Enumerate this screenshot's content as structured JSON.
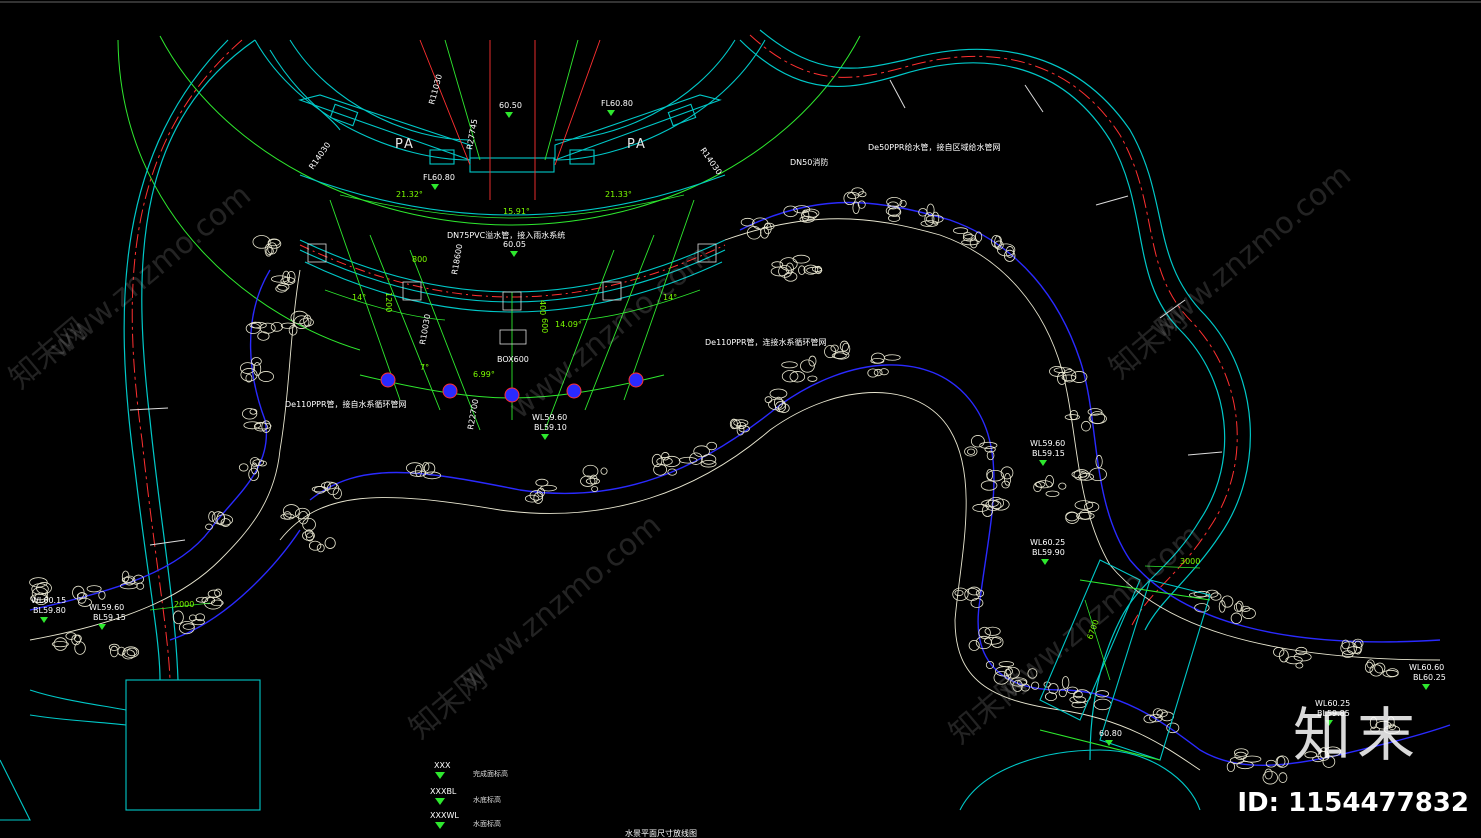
{
  "plan": {
    "rooms": [
      "PA",
      "PA"
    ],
    "levels": [
      {
        "id": "fl-top-left-pa",
        "text": "FL60.80"
      },
      {
        "id": "fl-top-center",
        "text": "60.50"
      },
      {
        "id": "fl-top-right",
        "text": "FL60.80"
      },
      {
        "id": "fl-center-plaza",
        "text": "60.05"
      },
      {
        "id": "wl-center",
        "wl": "WL59.60",
        "bl": "BL59.10"
      },
      {
        "id": "wl-right-upper",
        "wl": "WL59.60",
        "bl": "BL59.15"
      },
      {
        "id": "wl-right-mid",
        "wl": "WL60.25",
        "bl": "BL59.90"
      },
      {
        "id": "wl-left-a",
        "wl": "WL60.15",
        "bl": "BL59.80"
      },
      {
        "id": "wl-left-b",
        "wl": "WL59.60",
        "bl": "BL59.15"
      },
      {
        "id": "wl-far-right",
        "wl": "WL60.60",
        "bl": "BL60.25"
      },
      {
        "id": "wl-bottom-right",
        "wl": "WL60.25",
        "bl": "BL59.85"
      },
      {
        "id": "fl-bottom-bridge",
        "text": "60.80"
      }
    ],
    "dimensions": [
      "21.32°",
      "21.33°",
      "15.91°",
      "14°",
      "14°",
      "14.09°",
      "7°",
      "6.99°",
      "2000",
      "3000",
      "6700",
      "400",
      "600",
      "1200",
      "800"
    ],
    "radii": [
      "R11030",
      "R14030",
      "R14030",
      "R27745",
      "R18600",
      "R22700",
      "R10030"
    ],
    "notes": [
      "DN50消防",
      "De50PPR给水管，接自区域给水管网",
      "DN75PVC溢水管，接入雨水系统",
      "De110PPR管，连接水系循环管网",
      "De110PPR管，接自水系循环管网",
      "BOX600"
    ]
  },
  "legend": [
    {
      "symbol": "XXX",
      "label": "完成面标高"
    },
    {
      "symbol": "XXXBL",
      "label": "水底标高"
    },
    {
      "symbol": "XXXWL",
      "label": "水面标高"
    }
  ],
  "caption": "水景平面尺寸放线图",
  "watermark": {
    "site": "www.znzmo.com",
    "brand_cn": "知末网",
    "logo": "知末"
  },
  "image_id": "ID: 1154477832",
  "colors": {
    "cyan": "#00c8c8",
    "green": "#2ee82e",
    "red": "#ff3030",
    "blue": "#2a2aff",
    "white": "#ffffff",
    "rock": "#e8e6d0"
  }
}
